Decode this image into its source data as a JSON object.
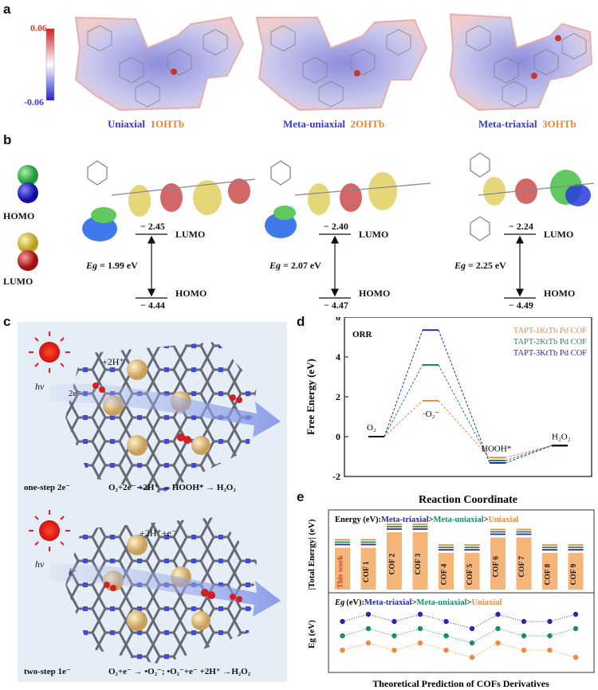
{
  "panel_a": {
    "label": "a",
    "colorbar": {
      "max": "0.06",
      "min": "-0.06",
      "colors": [
        "#2222cc",
        "#ffffff",
        "#cc2222"
      ]
    },
    "molecules": [
      {
        "type": "Uniaxial",
        "name": "1OHTb"
      },
      {
        "type": "Meta-uniaxial",
        "name": "2OHTb"
      },
      {
        "type": "Meta-triaxial",
        "name": "3OHTb"
      }
    ]
  },
  "panel_b": {
    "label": "b",
    "legend": {
      "homo": "HOMO",
      "lumo": "LUMO"
    },
    "orbitals": [
      {
        "lumo": "− 2.45",
        "homo": "− 4.44",
        "eg": "= 1.99 eV"
      },
      {
        "lumo": "− 2.40",
        "homo": "− 4.47",
        "eg": "= 2.07 eV"
      },
      {
        "lumo": "− 2.24",
        "homo": "− 4.49",
        "eg": "= 2.25 eV"
      }
    ],
    "lumo_label": "LUMO",
    "homo_label": "HOMO",
    "eg_symbol": "Eg"
  },
  "panel_c": {
    "label": "c",
    "hv": "hv",
    "top": {
      "h_label": "+2H⁺",
      "e_label": "2e⁻",
      "caption_left": "one-step 2e⁻",
      "caption_right": "O₂+2e⁻ +2H⁺ → HOOH* → H₂O₂"
    },
    "bottom": {
      "h_label": "+2H⁺+e⁻",
      "e_label": "e⁻",
      "caption_left": "two-step 1e⁻",
      "caption_right": "O₂+e⁻ → •O₂⁻; •O₂⁻+e⁻ +2H⁺ →H₂O₂"
    }
  },
  "panel_d": {
    "label": "d",
    "chart_data": {
      "type": "line",
      "title": "ORR",
      "xlabel": "Reaction Coordinate",
      "ylabel": "Free Energy (eV)",
      "ylim": [
        -2,
        6
      ],
      "yticks": [
        "-2",
        "0",
        "2",
        "4",
        "6"
      ],
      "states": [
        "O₂",
        "·O₂⁻",
        "HOOH*",
        "H₂O₂"
      ],
      "legend_position": "top-right",
      "series": [
        {
          "name": "TAPT-1KtTb Pd COF",
          "color": "#ef8a3c",
          "values": [
            0,
            1.8,
            -1.05,
            -0.45
          ]
        },
        {
          "name": "TAPT-2KtTb Pd COF",
          "color": "#1d8a6a",
          "values": [
            0,
            3.6,
            -1.2,
            -0.45
          ]
        },
        {
          "name": "TAPT-3KtTb Pd COF",
          "color": "#2a2aa8",
          "values": [
            0,
            5.35,
            -1.32,
            -0.45
          ]
        }
      ]
    }
  },
  "panel_e": {
    "label": "e",
    "footer": "Theoretical Prediction of COFs Derivatives",
    "top_ylabel": "|Total Energy| (eV)",
    "bottom_ylabel": "Eg (eV)",
    "energy_prefix": "Energy (eV):",
    "eg_prefix": "(eV):",
    "eg_symbol": "Eg",
    "order": [
      "Meta-triaxial",
      ">",
      "Meta-uniaxial",
      ">",
      "Uniaxial"
    ],
    "chart_data": {
      "type": "bar",
      "categories": [
        "This work",
        "COF 1",
        "COF 2",
        "COF 3",
        "COF 4",
        "COF 5",
        "COF 6",
        "COF 7",
        "COF 8",
        "COF 9"
      ],
      "bar_color": "#f5b57a",
      "values": [
        5,
        5,
        8,
        8,
        4,
        4,
        7,
        7,
        4,
        4
      ],
      "eg_series": [
        {
          "name": "Meta-triaxial",
          "color": "#2a2aa8",
          "values": [
            6,
            7,
            6,
            7,
            6,
            5,
            7,
            6,
            6,
            7
          ]
        },
        {
          "name": "Meta-uniaxial",
          "color": "#1d8a6a",
          "values": [
            4,
            5,
            4,
            5,
            4,
            3,
            5,
            4,
            4,
            5
          ]
        },
        {
          "name": "Uniaxial",
          "color": "#ef8a3c",
          "values": [
            2,
            3,
            2,
            3,
            2,
            1,
            3,
            2,
            2,
            1
          ]
        }
      ]
    }
  }
}
